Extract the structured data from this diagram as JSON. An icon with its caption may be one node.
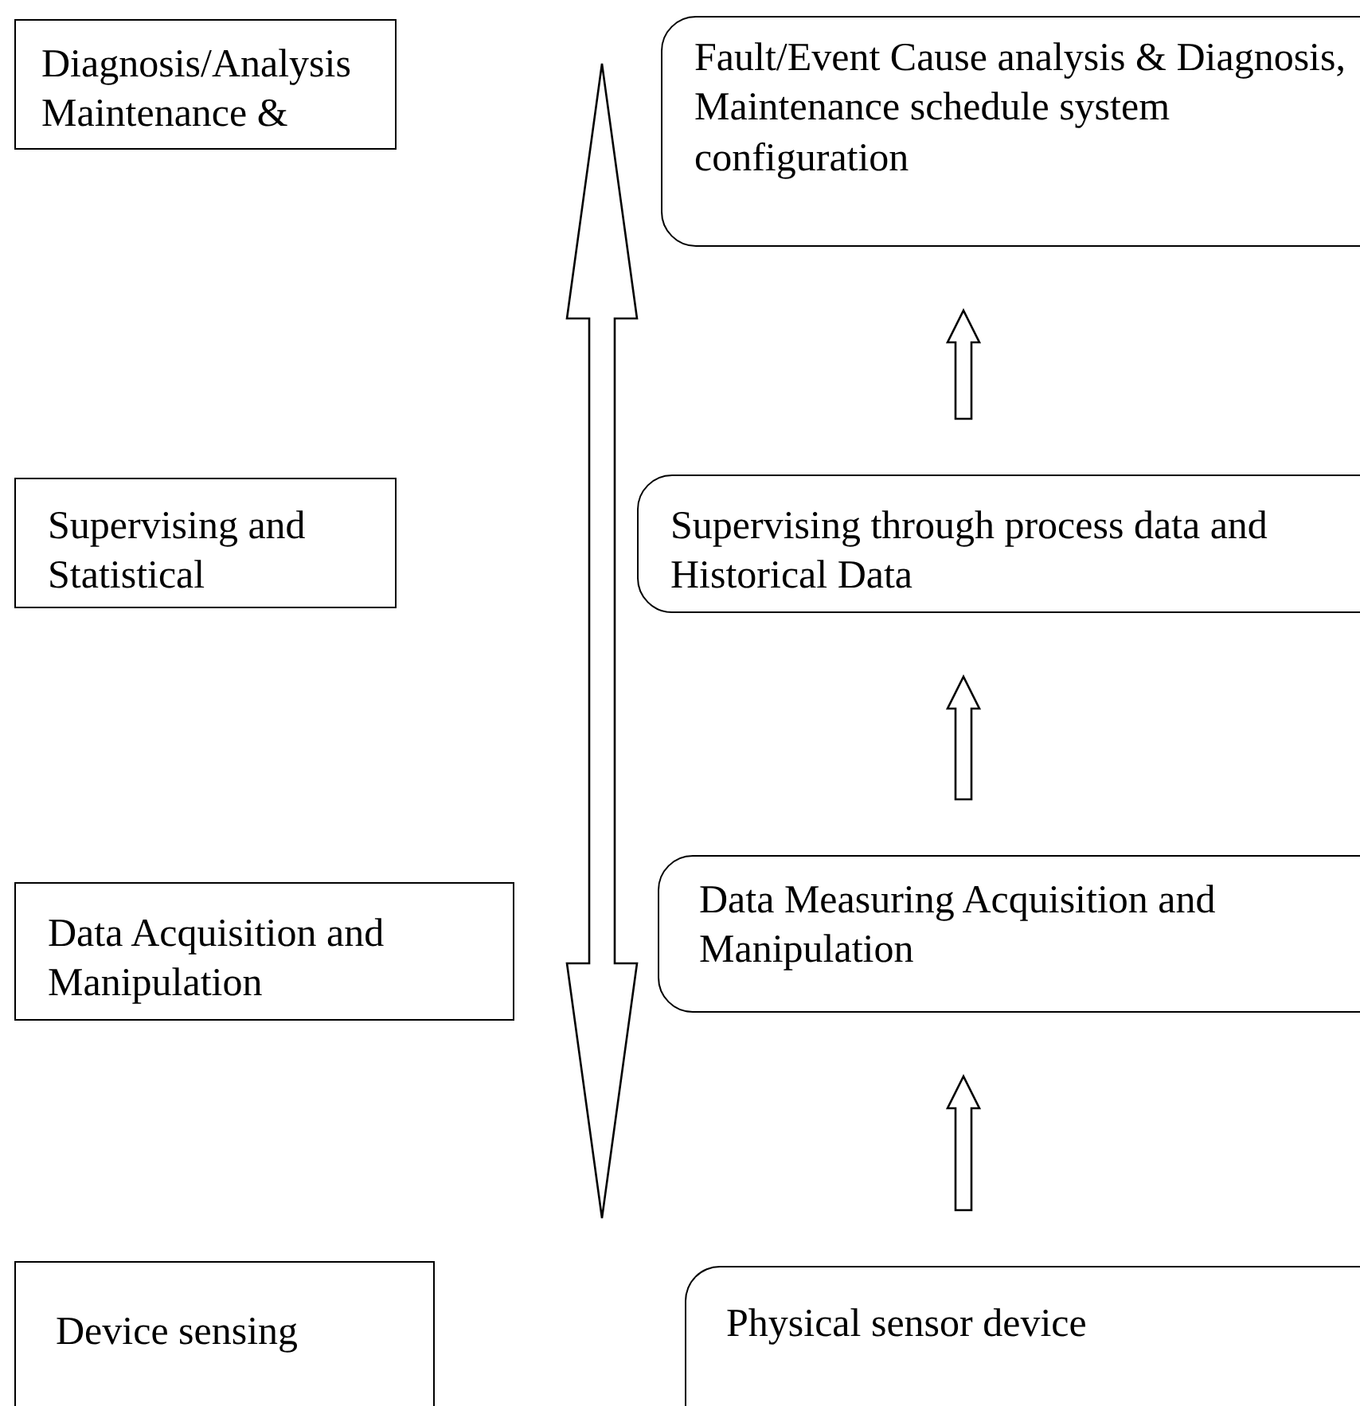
{
  "diagram": {
    "nodes": [
      {
        "text": [
          "Diagnosis/Analysis Maintenance &"
        ]
      },
      {
        "text": [
          "Fault/Event Cause analysis & Diagnosis, Maintenance schedule system configuration"
        ]
      },
      {
        "text": [
          "Supervising and Statistical"
        ]
      },
      {
        "text": [
          "Supervising through process data and Historical Data"
        ]
      },
      {
        "text": [
          "Data Acquisition and Manipulation"
        ]
      },
      {
        "text": [
          "Data Measuring Acquisition and Manipulation"
        ]
      },
      {
        "text": [
          "Device sensing"
        ]
      },
      {
        "text": [
          "Physical sensor device"
        ]
      }
    ],
    "edges": [
      {
        "from": 7,
        "to": 5,
        "arrow": "to"
      },
      {
        "from": 5,
        "to": 3,
        "arrow": "to"
      },
      {
        "from": 3,
        "to": 1,
        "arrow": "to"
      }
    ]
  }
}
